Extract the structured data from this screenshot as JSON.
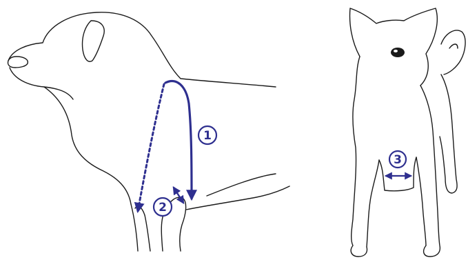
{
  "colors": {
    "outline": "#1a1a1a",
    "measure": "#2e2f8f",
    "background": "#ffffff"
  },
  "markers": {
    "m1": "1",
    "m2": "2",
    "m3": "3"
  }
}
